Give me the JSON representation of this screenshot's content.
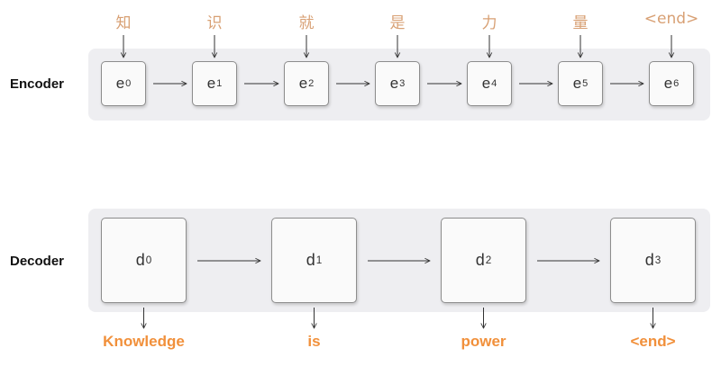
{
  "encoder": {
    "label": "Encoder",
    "inputs": [
      "知",
      "识",
      "就",
      "是",
      "力",
      "量",
      "<end>"
    ],
    "nodes": [
      {
        "base": "e",
        "sub": "0"
      },
      {
        "base": "e",
        "sub": "1"
      },
      {
        "base": "e",
        "sub": "2"
      },
      {
        "base": "e",
        "sub": "3"
      },
      {
        "base": "e",
        "sub": "4"
      },
      {
        "base": "e",
        "sub": "5"
      },
      {
        "base": "e",
        "sub": "6"
      }
    ]
  },
  "decoder": {
    "label": "Decoder",
    "nodes": [
      {
        "base": "d",
        "sub": "0"
      },
      {
        "base": "d",
        "sub": "1"
      },
      {
        "base": "d",
        "sub": "2"
      },
      {
        "base": "d",
        "sub": "3"
      }
    ],
    "outputs": [
      "Knowledge",
      "is",
      "power",
      "<end>"
    ]
  },
  "colors": {
    "input_token": "#d8a074",
    "output_token": "#f1903b",
    "band": "#eeeef1",
    "node_border": "#8d8d8d"
  }
}
